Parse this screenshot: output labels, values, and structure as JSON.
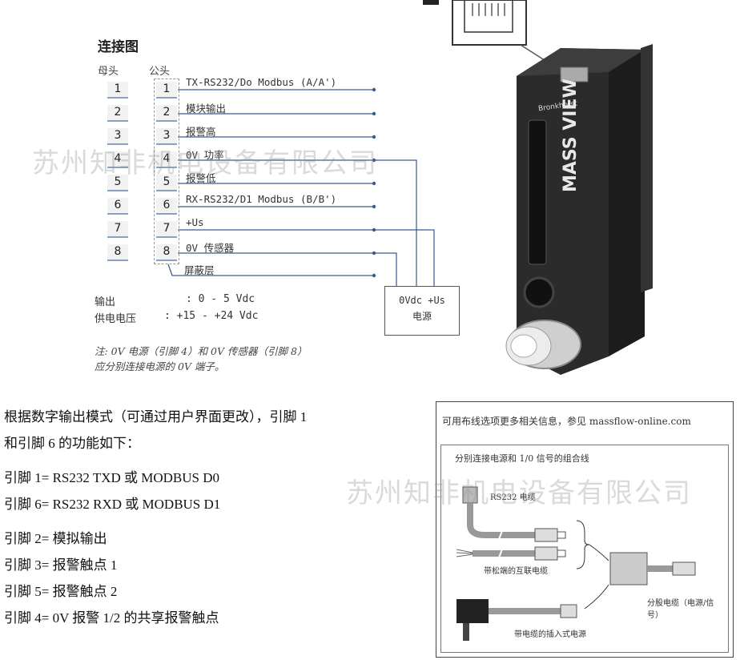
{
  "diagram": {
    "title": "连接图",
    "header_female": "母头",
    "header_male": "公头",
    "pins": [
      "1",
      "2",
      "3",
      "4",
      "5",
      "6",
      "7",
      "8"
    ],
    "signals": [
      "TX-RS232/Do Modbus (A/A')",
      "模块输出",
      "报警高",
      "0V 功率",
      "报警低",
      "RX-RS232/D1 Modbus (B/B')",
      "+Us",
      "0V 传感器",
      "屏蔽层"
    ],
    "output_label": "输出",
    "output_value": ": 0 - 5 Vdc",
    "supply_label": "供电电压",
    "supply_value": ": +15 - +24 Vdc",
    "note_line1": "注:  0V 电源（引脚 4）和 0V 传感器（引脚 8）",
    "note_line2": "应分别连接电源的 0V 端子。",
    "psu_terminals": "0Vdc +Us",
    "psu_label": "电源"
  },
  "device": {
    "brand": "Bronkhorst",
    "name": "MASS VIEW"
  },
  "text": {
    "para_line1": "根据数字输出模式（可通过用户界面更改），引脚 1",
    "para_line2": "和引脚 6 的功能如下：",
    "pin1": "引脚 1= RS232 TXD 或 MODBUS D0",
    "pin6": "引脚 6= RS232 RXD 或 MODBUS D1",
    "pin2": "引脚 2= 模拟输出",
    "pin3": "引脚 3= 报警触点 1",
    "pin5": "引脚 5= 报警触点 2",
    "pin4": "引脚 4= 0V 报警 1/2 的共享报警触点"
  },
  "panel": {
    "header": "可用布线选项更多相关信息，参见 massflow-online.com",
    "sub_title": "分别连接电源和 1/0 信号的组合线",
    "rs232_cable": "RS232 电缆",
    "loose_cable": "带松端的互联电缆",
    "split_cable": "分股电缆（电源/信号）",
    "plug_psu": "带电缆的插入式电源"
  },
  "watermark": "苏州知非机电设备有限公司",
  "colors": {
    "wire": "#3a5a8c",
    "device_body": "#2b2b2b",
    "pin_underline": "#8aa0c0"
  }
}
